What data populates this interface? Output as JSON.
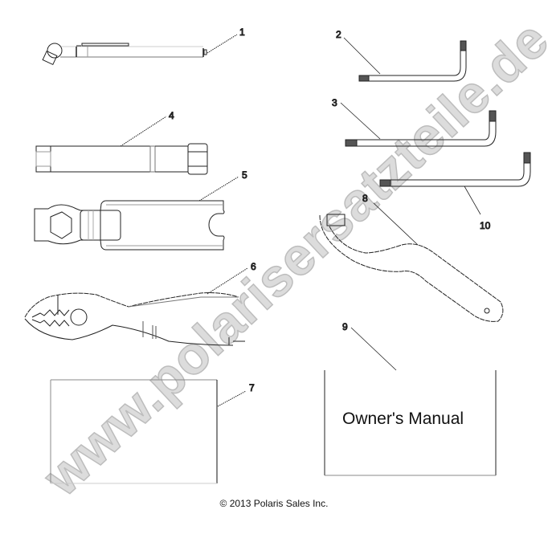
{
  "diagram": {
    "type": "parts-diagram",
    "parts": [
      {
        "ref": "1",
        "name": "tool-pouch-pen-light"
      },
      {
        "ref": "2",
        "name": "hex-key-small"
      },
      {
        "ref": "3",
        "name": "hex-key-medium"
      },
      {
        "ref": "4",
        "name": "spark-plug-socket-wrench"
      },
      {
        "ref": "5",
        "name": "open-end-wrench"
      },
      {
        "ref": "6",
        "name": "slip-joint-pliers"
      },
      {
        "ref": "7",
        "name": "document-card"
      },
      {
        "ref": "8",
        "name": "spanner-wrench"
      },
      {
        "ref": "9",
        "name": "owners-manual"
      },
      {
        "ref": "10",
        "name": "hex-key-large"
      }
    ],
    "callouts": {
      "c1": "1",
      "c2": "2",
      "c3": "3",
      "c4": "4",
      "c5": "5",
      "c6": "6",
      "c7": "7",
      "c8": "8",
      "c9": "9",
      "c10": "10"
    },
    "manual_label": "Owner's Manual",
    "copyright": "© 2013 Polaris Sales Inc.",
    "watermark": "www.polarisersatzteile.de"
  }
}
